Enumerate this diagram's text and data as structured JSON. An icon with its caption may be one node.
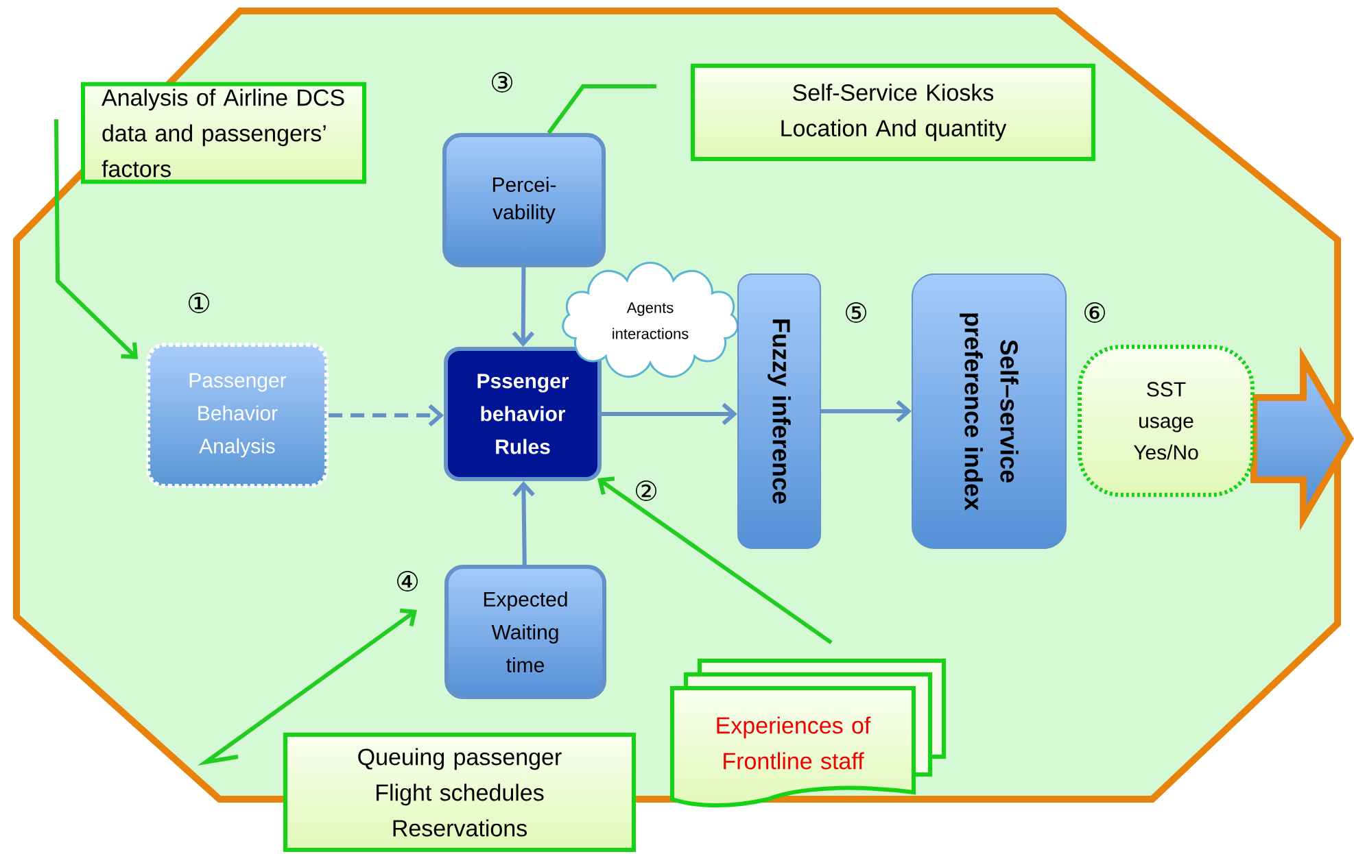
{
  "diagram": {
    "nodes": [
      {
        "text": [
          "Analysis of Airline DCS data and passengers’ factors"
        ]
      },
      {
        "text": [
          "Self-Service Kiosks Location And quantity"
        ]
      },
      {
        "text": [
          "Percei- vability"
        ]
      },
      {
        "text": [
          "Passenger Behavior Analysis"
        ]
      },
      {
        "text": [
          "Pssenger behavior Rules"
        ]
      },
      {
        "text": [
          "Agents interactions"
        ]
      },
      {
        "text": [
          "Fuzzy inference"
        ]
      },
      {
        "text": [
          "Self–service preference index"
        ]
      },
      {
        "text": [
          "SST usage Yes/No"
        ]
      },
      {
        "text": [
          "Expected Waiting time"
        ]
      },
      {
        "text": [
          "Experiences of Frontline staff"
        ]
      },
      {
        "text": [
          "Queuing passenger Flight schedules Reservations"
        ]
      }
    ],
    "edges": [
      {
        "from": 0,
        "to": 3,
        "arrow": "to",
        "color": "#22cc22"
      },
      {
        "from": 1,
        "to": 2,
        "arrow": "none",
        "color": "#22cc22"
      },
      {
        "from": 2,
        "to": 4,
        "arrow": "to"
      },
      {
        "from": 3,
        "to": 4,
        "arrow": "to",
        "style": "dashed"
      },
      {
        "from": 9,
        "to": 4,
        "arrow": "to"
      },
      {
        "from": 4,
        "to": 6,
        "arrow": "to"
      },
      {
        "from": 6,
        "to": 7,
        "arrow": "to"
      },
      {
        "from": 10,
        "to": 4,
        "arrow": "to",
        "color": "#22cc22"
      },
      {
        "from": 11,
        "to": 9,
        "arrow": "to",
        "color": "#22cc22"
      }
    ],
    "labels": [
      "①",
      "②",
      "③",
      "④",
      "⑤",
      "⑥"
    ]
  }
}
